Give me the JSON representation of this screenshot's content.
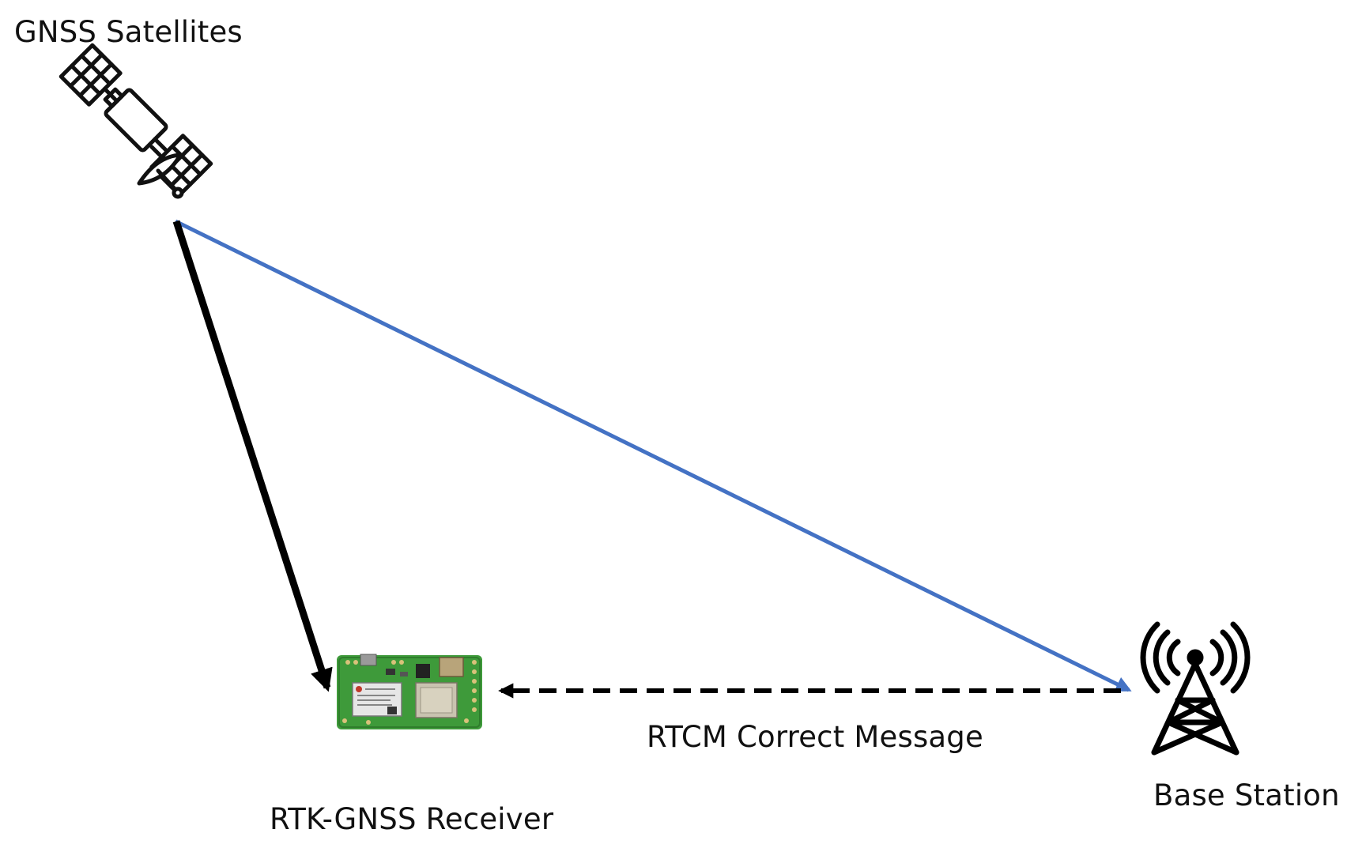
{
  "labels": {
    "satellites": "GNSS Satellites",
    "receiver": "RTK-GNSS Receiver",
    "rtcm_message": "RTCM Correct Message",
    "base_station": "Base Station"
  },
  "icons": {
    "satellite": "satellite-icon",
    "receiver_board": "gnss-receiver-board-icon",
    "base_station": "radio-tower-icon"
  },
  "colors": {
    "satellite_to_base_link": "#4472C4",
    "satellite_to_receiver_link": "#000000",
    "correction_link": "#000000",
    "pcb_green": "#3E9A3A"
  }
}
